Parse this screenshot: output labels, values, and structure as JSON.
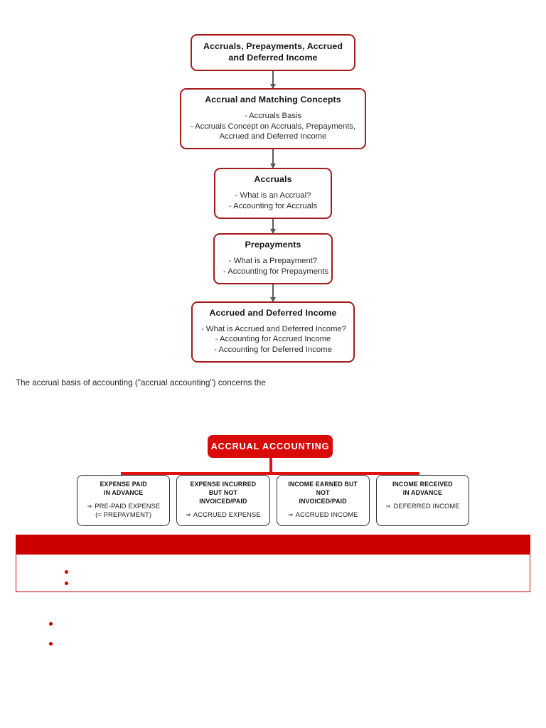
{
  "flowchart": {
    "name": "accruals-overview-flowchart",
    "boxes": [
      {
        "title": "Accruals, Prepayments, Accrued and Deferred Income",
        "lines": []
      },
      {
        "title": "Accrual and Matching Concepts",
        "lines": [
          "- Accruals Basis",
          "- Accruals Concept on Accruals, Prepayments,",
          "Accrued and Deferred Income"
        ]
      },
      {
        "title": "Accruals",
        "lines": [
          "- What is an Accrual?",
          "- Accounting for Accruals"
        ]
      },
      {
        "title": "Prepayments",
        "lines": [
          "- What is a Prepayment?",
          "- Accounting for Prepayments"
        ]
      },
      {
        "title": "Accrued and Deferred Income",
        "lines": [
          "- What is Accrued and Deferred Income?",
          "- Accounting for Accrued Income",
          "- Accounting for Deferred Income"
        ]
      }
    ]
  },
  "paragraph": {
    "text": "The accrual basis of accounting (\"accrual accounting\") concerns the"
  },
  "tree": {
    "root_label": "ACCRUAL ACCOUNTING",
    "leaves": [
      {
        "head_lines": [
          "EXPENSE PAID",
          "IN ADVANCE"
        ],
        "sub_arrow": "⇒",
        "sub_lines": [
          "PRE-PAID EXPENSE",
          "(= PREPAYMENT)"
        ]
      },
      {
        "head_lines": [
          "EXPENSE INCURRED",
          "BUT NOT",
          "INVOICED/PAID"
        ],
        "sub_arrow": "⇒",
        "sub_lines": [
          "ACCRUED EXPENSE"
        ]
      },
      {
        "head_lines": [
          "INCOME EARNED BUT",
          "NOT",
          "INVOICED/PAID"
        ],
        "sub_arrow": "⇒",
        "sub_lines": [
          "ACCRUED INCOME"
        ]
      },
      {
        "head_lines": [
          "INCOME RECEIVED",
          "IN ADVANCE"
        ],
        "sub_arrow": "⇒",
        "sub_lines": [
          "DEFERRED INCOME"
        ]
      }
    ]
  },
  "banner": {
    "text": ""
  },
  "framed_box": {
    "bullets": [
      "",
      ""
    ]
  },
  "outer_bullets": [
    "",
    ""
  ],
  "colors": {
    "banner_red": "#CC0000",
    "tree_red": "#D90A0A",
    "flow_border_red": "#A21B1B",
    "connector_gray": "#555A5E",
    "bullet_red": "#CC0000"
  }
}
